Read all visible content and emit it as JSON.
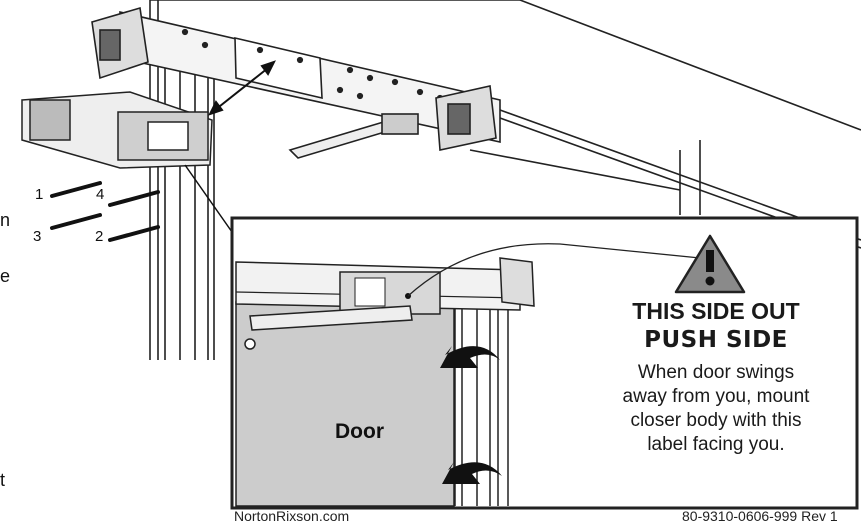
{
  "cut_text": {
    "l1": "n",
    "l2": "e",
    "l3": "t"
  },
  "screw_numbers": {
    "n1": "1",
    "n2": "2",
    "n3": "3",
    "n4": "4"
  },
  "label": {
    "line1": "THIS SIDE OUT",
    "line2": "PUSH SIDE",
    "body": [
      "When door swings",
      "away from you, mount",
      "closer body with this",
      "label facing you."
    ]
  },
  "door_label": "Door",
  "footer": {
    "left": "NortonRixson.com",
    "right": "80-9310-0606-999  Rev 1"
  },
  "icons": {
    "warning": "warning-triangle-icon",
    "arrow": "curved-arrow-icon"
  },
  "colors": {
    "door_fill": "#cccccc",
    "line": "#222222",
    "triangle_fill": "#8a8a8a"
  }
}
